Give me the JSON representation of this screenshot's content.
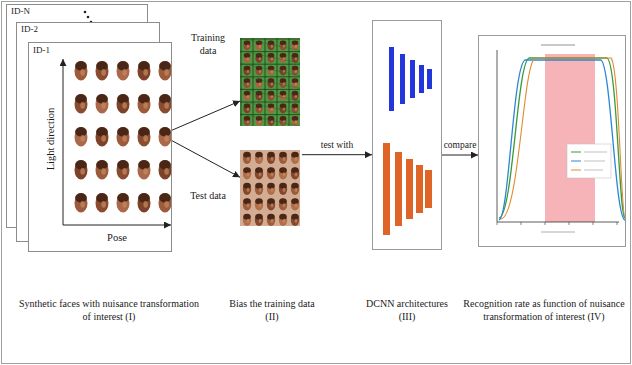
{
  "diagram": {
    "nodes": [
      {
        "text": [
          "ID-N"
        ]
      },
      {
        "text": [
          "ID-2"
        ]
      },
      {
        "text": [
          "ID-1",
          "Light direction",
          "Pose"
        ]
      },
      {
        "text": [
          "Training data"
        ]
      },
      {
        "text": [
          "Test data"
        ]
      },
      {
        "text": [
          "DCNN architectures (III)"
        ]
      },
      {
        "text": [
          "Recognition rate as function of nuisance transformation of interest (IV)"
        ]
      }
    ],
    "edges": [
      {
        "from": 2,
        "to": 3,
        "arrow": "to"
      },
      {
        "from": 2,
        "to": 4,
        "arrow": "to"
      },
      {
        "from": 4,
        "to": 5,
        "label": "test with",
        "arrow": "to"
      },
      {
        "from": 5,
        "to": 6,
        "label": "compare",
        "arrow": "to"
      }
    ],
    "labels": [
      "Synthetic faces with nuisance transformation of interest (I)",
      "Bias the training data (II)"
    ]
  }
}
